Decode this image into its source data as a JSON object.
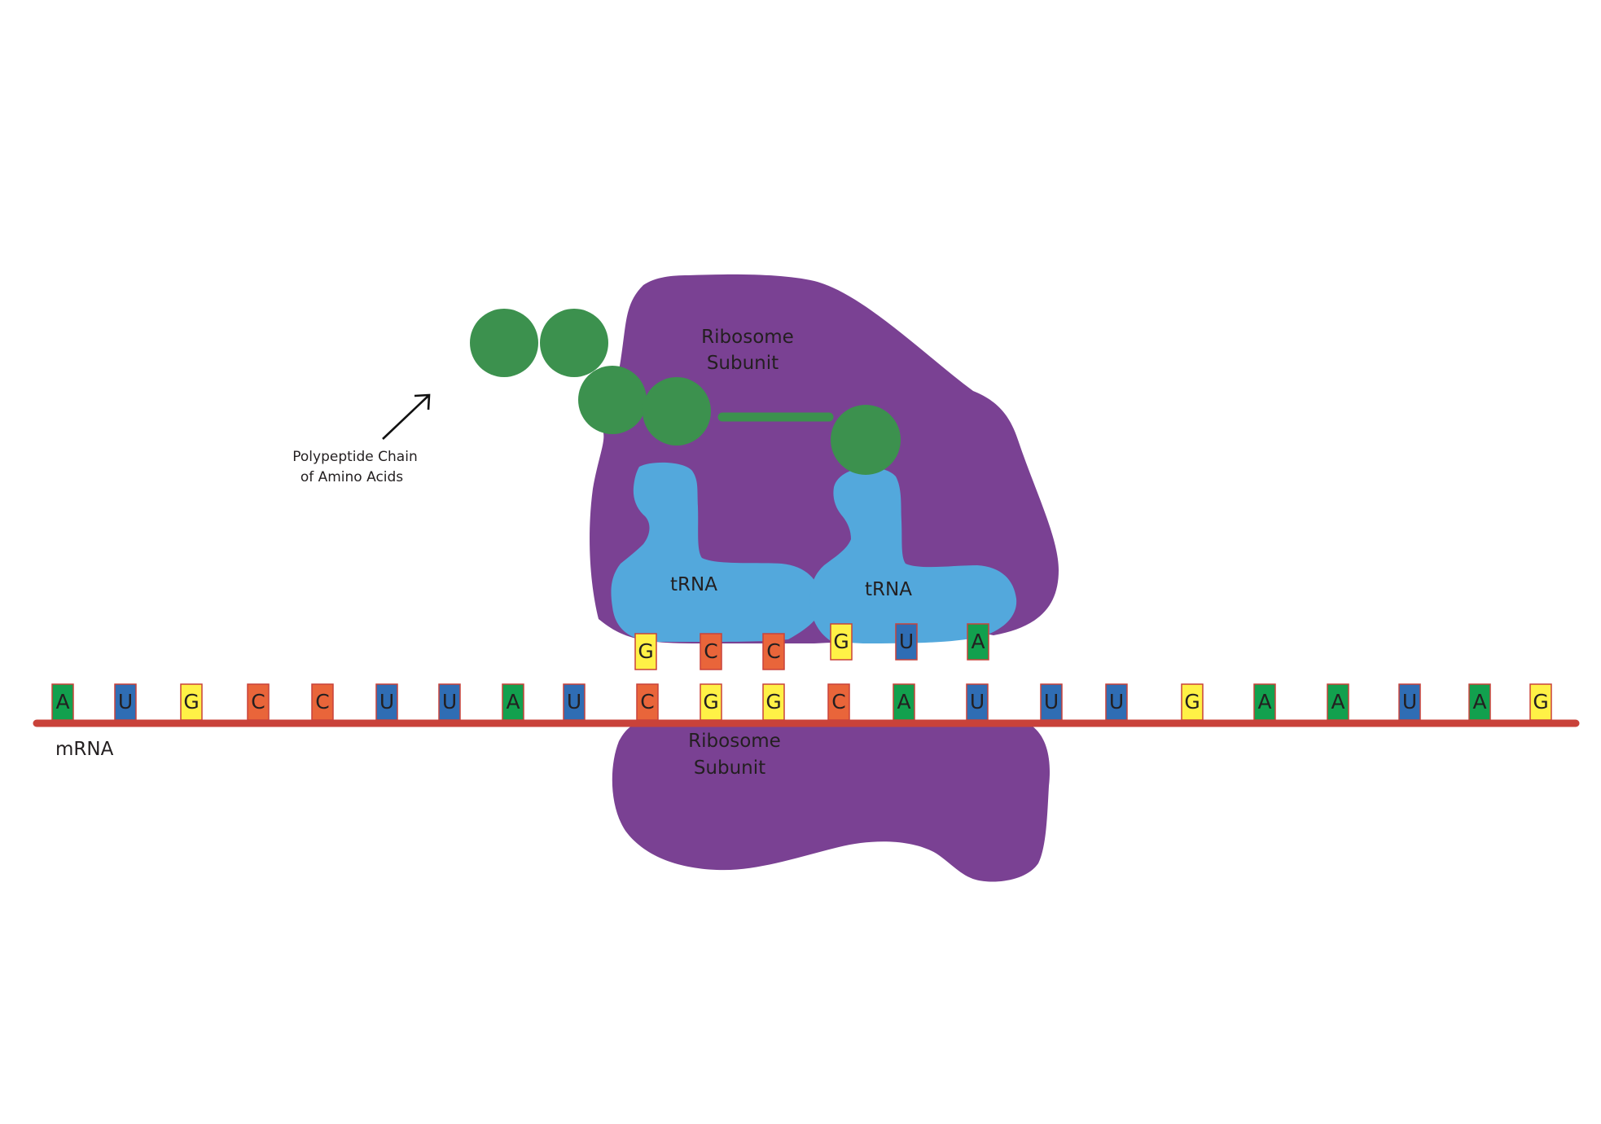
{
  "labels": {
    "ribosome_top": [
      "Ribosome",
      "Subunit"
    ],
    "ribosome_bottom": [
      "Ribosome",
      "Subunit"
    ],
    "trna_left": "tRNA",
    "trna_right": "tRNA",
    "mrna": "mRNA",
    "polypeptide": [
      "Polypeptide Chain",
      "of Amino Acids"
    ]
  },
  "colors": {
    "ribosome": "#7a4193",
    "trna": "#53a8dc",
    "amino_acid": "#3c914e",
    "mrna_strand": "#c9423a",
    "A": "#12a04e",
    "U": "#2f6db4",
    "G": "#fff146",
    "C": "#e9653a"
  },
  "mrna_sequence": [
    "A",
    "U",
    "G",
    "C",
    "C",
    "U",
    "U",
    "A",
    "U",
    "C",
    "G",
    "G",
    "C",
    "A",
    "U",
    "U",
    "U",
    "G",
    "A",
    "A",
    "U",
    "A",
    "G"
  ],
  "trna_left_anticodon": [
    "G",
    "C",
    "C"
  ],
  "trna_right_anticodon": [
    "G",
    "U",
    "A"
  ]
}
